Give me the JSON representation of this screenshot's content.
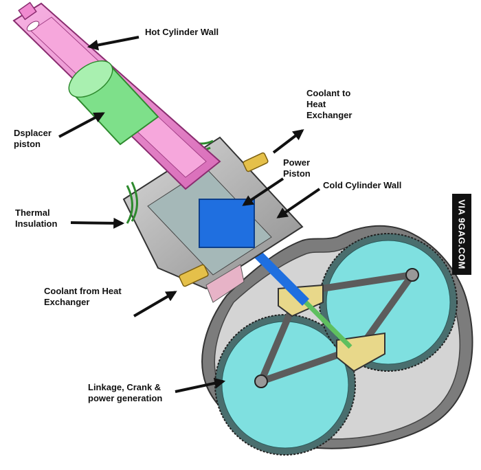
{
  "labels": {
    "hot_cylinder_wall": "Hot Cylinder Wall",
    "displacer_piston": "Dsplacer\npiston",
    "coolant_to_heat_exchanger": "Coolant to\nHeat\nExchanger",
    "power_piston": "Power\nPiston",
    "cold_cylinder_wall": "Cold Cylinder Wall",
    "thermal_insulation": "Thermal\nInsulation",
    "coolant_from_heat_exchanger": "Coolant from Heat\nExchanger",
    "linkage_crank": "Linkage, Crank &\npower generation"
  },
  "watermark": "VIA 9GAG.COM",
  "colors": {
    "hot_cylinder": "#f08ad0",
    "displacer": "#7ee08a",
    "power_piston": "#1f6fe0",
    "cold_cylinder": "#b9b9b9",
    "gear": "#7fe0e0",
    "linkage": "#e8d88a",
    "arrow": "#111111"
  }
}
